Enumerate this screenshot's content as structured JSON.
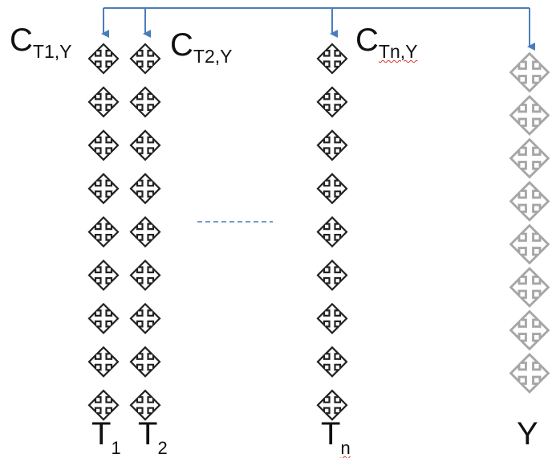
{
  "columns": [
    {
      "id": "t1",
      "label_main": "T",
      "label_sub": "1",
      "corr_main": "C",
      "corr_sub": "T1,Y",
      "count": 9
    },
    {
      "id": "t2",
      "label_main": "T",
      "label_sub": "2",
      "corr_main": "C",
      "corr_sub": "T2,Y",
      "count": 9
    },
    {
      "id": "tn",
      "label_main": "T",
      "label_sub": "n",
      "corr_main": "C",
      "corr_sub": "Tn,Y",
      "count": 9
    },
    {
      "id": "y",
      "label_main": "Y",
      "count": 8
    }
  ],
  "icons": {
    "item": "four-way-arrow-icon",
    "target": "four-way-arrow-outline-icon"
  },
  "colors": {
    "arrow": "#4a7ebb",
    "icon_stroke": "#222222",
    "target_stroke": "#a6a6a6",
    "ellipsis": "#4a7ebb",
    "spellcheck": "#d9342b"
  }
}
